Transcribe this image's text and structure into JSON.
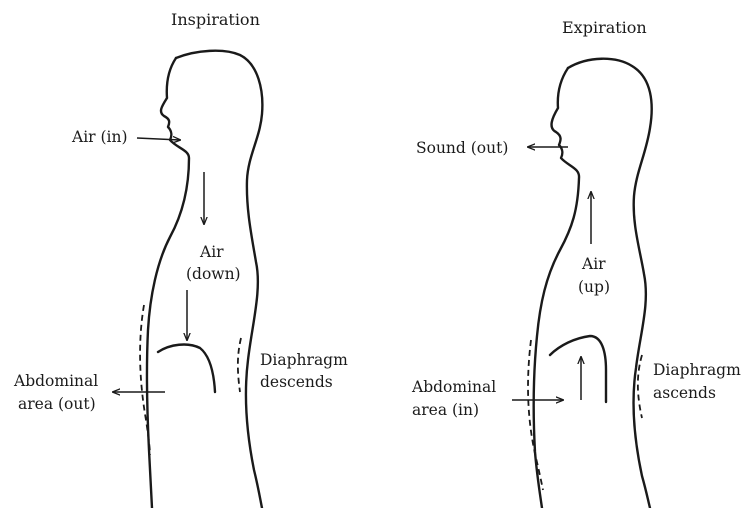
{
  "inspiration": {
    "title": "Inspiration",
    "air_in": "Air (in)",
    "air_down_1": "Air",
    "air_down_2": "(down)",
    "diaphragm_1": "Diaphragm",
    "diaphragm_2": "descends",
    "abdominal_1": "Abdominal",
    "abdominal_2": "area (out)"
  },
  "expiration": {
    "title": "Expiration",
    "sound_out": "Sound (out)",
    "air_up_1": "Air",
    "air_up_2": "(up)",
    "diaphragm_1": "Diaphragm",
    "diaphragm_2": "ascends",
    "abdominal_1": "Abdominal",
    "abdominal_2": "area (in)"
  }
}
